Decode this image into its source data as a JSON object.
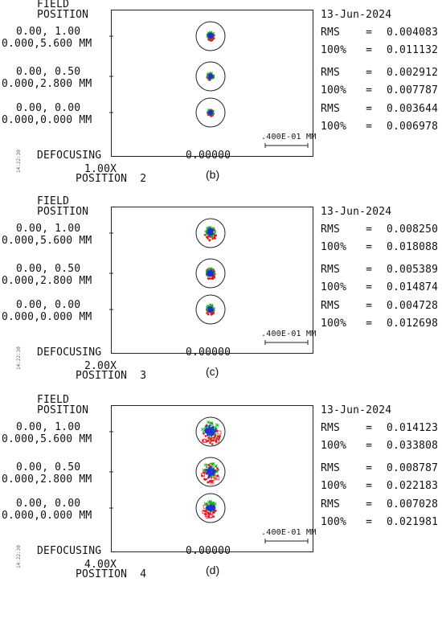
{
  "panels": [
    {
      "id": "b",
      "field_label_1": "FIELD",
      "field_label_2": "POSITION",
      "date": "13-Jun-2024",
      "rows": [
        {
          "field": "0.00, 1.00",
          "coord": "0.000,5.600 MM",
          "rms_label": "RMS    =",
          "rms": "0.004083",
          "full_label": "100%   =",
          "full": "0.011132"
        },
        {
          "field": "0.00, 0.50",
          "coord": "0.000,2.800 MM",
          "rms_label": "RMS    =",
          "rms": "0.002912",
          "full_label": "100%   =",
          "full": "0.007787"
        },
        {
          "field": "0.00, 0.00",
          "coord": "0.000,0.000 MM",
          "rms_label": "RMS    =",
          "rms": "0.003644",
          "full_label": "100%   =",
          "full": "0.006978"
        }
      ],
      "scale_text": ".400E-01 MM",
      "defocus_label": "DEFOCUSING",
      "defocus_value": "0.00000",
      "magnification": "1.00X",
      "position": "POSITION  2",
      "stamp": "14:22:30",
      "caption": "(b)",
      "spread": 1
    },
    {
      "id": "c",
      "field_label_1": "FIELD",
      "field_label_2": "POSITION",
      "date": "13-Jun-2024",
      "rows": [
        {
          "field": "0.00, 1.00",
          "coord": "0.000,5.600 MM",
          "rms_label": "RMS    =",
          "rms": "0.008250",
          "full_label": "100%   =",
          "full": "0.018088"
        },
        {
          "field": "0.00, 0.50",
          "coord": "0.000,2.800 MM",
          "rms_label": "RMS    =",
          "rms": "0.005389",
          "full_label": "100%   =",
          "full": "0.014874"
        },
        {
          "field": "0.00, 0.00",
          "coord": "0.000,0.000 MM",
          "rms_label": "RMS    =",
          "rms": "0.004728",
          "full_label": "100%   =",
          "full": "0.012698"
        }
      ],
      "scale_text": ".400E-01 MM",
      "defocus_label": "DEFOCUSING",
      "defocus_value": "0.00000",
      "magnification": "2.00X",
      "position": "POSITION  3",
      "stamp": "14:22:30",
      "caption": "(c)",
      "spread": 2
    },
    {
      "id": "d",
      "field_label_1": "FIELD",
      "field_label_2": "POSITION",
      "date": "13-Jun-2024",
      "rows": [
        {
          "field": "0.00, 1.00",
          "coord": "0.000,5.600 MM",
          "rms_label": "RMS    =",
          "rms": "0.014123",
          "full_label": "100%   =",
          "full": "0.033808"
        },
        {
          "field": "0.00, 0.50",
          "coord": "0.000,2.800 MM",
          "rms_label": "RMS    =",
          "rms": "0.008787",
          "full_label": "100%   =",
          "full": "0.022183"
        },
        {
          "field": "0.00, 0.00",
          "coord": "0.000,0.000 MM",
          "rms_label": "RMS    =",
          "rms": "0.007028",
          "full_label": "100%   =",
          "full": "0.021981"
        }
      ],
      "scale_text": ".400E-01 MM",
      "defocus_label": "DEFOCUSING",
      "defocus_value": "0.00000",
      "magnification": "4.00X",
      "position": "POSITION  4",
      "stamp": "14:22:30",
      "caption": "(d)",
      "spread": 4
    }
  ],
  "colors": {
    "wavelength_1": "#1f2fd8",
    "wavelength_2": "#22b01e",
    "wavelength_3": "#e21b1b",
    "frame": "#222222"
  }
}
